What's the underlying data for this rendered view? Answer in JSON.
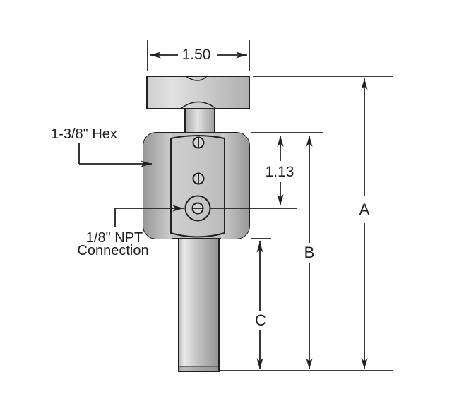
{
  "drawing": {
    "dimensions": {
      "width": "1.50",
      "hex_to_port": "1.13",
      "overall_height": "A",
      "body_height": "B",
      "shaft_length": "C"
    },
    "labels": {
      "hex": "1-3/8\" Hex",
      "npt_line1": "1/8\" NPT",
      "npt_line2": "Connection"
    }
  },
  "colors": {
    "line": "#231f20",
    "metal_light": "#e8e8e8",
    "metal_mid": "#c5c5c5",
    "metal_dark": "#979797",
    "background": "#ffffff"
  }
}
